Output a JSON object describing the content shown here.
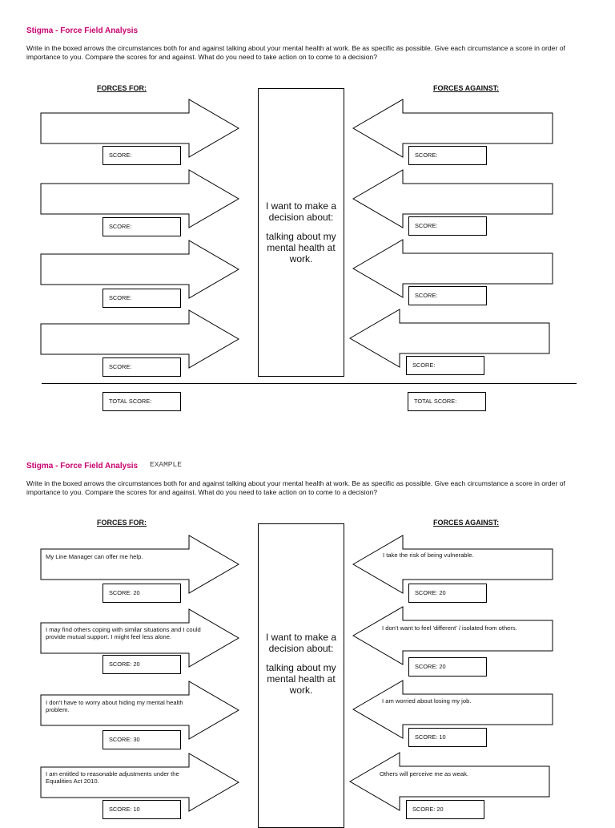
{
  "worksheet": {
    "title": "Stigma - Force Field Analysis",
    "instructions": "Write in the boxed arrows the circumstances both for and against talking about your mental health at work.  Be as specific as possible. Give each circumstance a score in order of importance to you.  Compare the scores for and against.  What do you need to take action on to come to a decision?",
    "forces_for_heading": "FORCES FOR:",
    "forces_against_heading": "FORCES AGAINST:",
    "center_line1": "I want to make a decision about:",
    "center_line2": "talking about my mental health at work.",
    "score_label": "SCORE:",
    "total_label": "TOTAL SCORE:"
  },
  "example": {
    "title": "Stigma - Force Field Analysis",
    "tag": "EXAMPLE",
    "instructions": "Write in the boxed arrows the circumstances both for and against talking about your mental health at work.  Be as specific as possible. Give each circumstance a score in order of importance to you.  Compare the scores for and against.  What do you need to take action on to come to a decision?",
    "forces_for_heading": "FORCES FOR:",
    "forces_against_heading": "FORCES AGAINST:",
    "center_line1": "I want to make a decision about:",
    "center_line2": "talking about my mental health at work.",
    "for_items": [
      {
        "text": "My Line Manager can offer me help.",
        "score": "SCORE:  20"
      },
      {
        "text": "I may find others coping with similar situations and I could provide mutual support.  I might feel less alone.",
        "score": "SCORE:  20"
      },
      {
        "text": "I don't have to worry about hiding my mental health problem.",
        "score": "SCORE:  30"
      },
      {
        "text": "I am entitled to reasonable adjustments under the Equalities Act 2010.",
        "score": "SCORE:  10"
      }
    ],
    "against_items": [
      {
        "text": "I take the risk of being vulnerable.",
        "score": "SCORE:  20"
      },
      {
        "text": "I don't want to feel 'different' / isolated from others.",
        "score": "SCORE:  20"
      },
      {
        "text": "I am worried about losing my job.",
        "score": "SCORE:  10"
      },
      {
        "text": "Others will perceive me as weak.",
        "score": "SCORE:  20"
      }
    ]
  }
}
